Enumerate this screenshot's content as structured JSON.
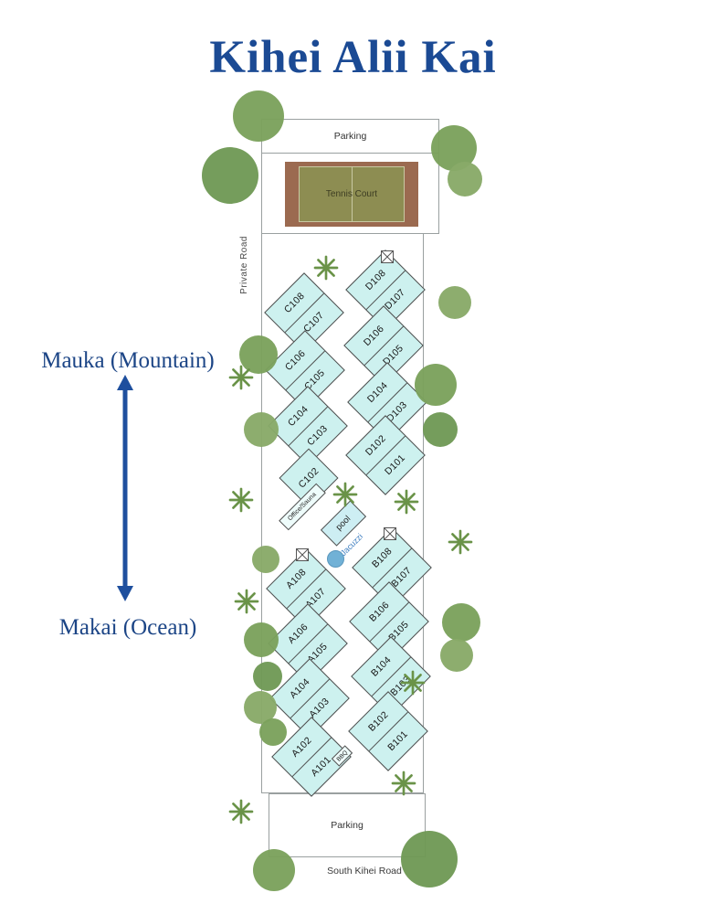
{
  "title": "Kihei Alii Kai",
  "directions": {
    "mauka_label": "Mauka (Mountain)",
    "makai_label": "Makai (Ocean)"
  },
  "roads": {
    "private_road": "Private Road",
    "south_kihei_road": "South Kihei Road"
  },
  "areas": {
    "parking_top": "Parking",
    "parking_bottom": "Parking",
    "tennis_court": "Tennis Court",
    "office_sauna": "Office/Sauna",
    "pool": "pool",
    "jacuzzi": "Jacuzzi",
    "bbq": "BBQ"
  },
  "buildings": [
    {
      "name": "C108-C107",
      "units": [
        "C108",
        "C107"
      ]
    },
    {
      "name": "C106-C105",
      "units": [
        "C106",
        "C105"
      ]
    },
    {
      "name": "C104-C103",
      "units": [
        "C104",
        "C103"
      ]
    },
    {
      "name": "C102",
      "units": [
        "C102"
      ]
    },
    {
      "name": "A108-A107",
      "units": [
        "A108",
        "A107"
      ]
    },
    {
      "name": "A106-A105",
      "units": [
        "A106",
        "A105"
      ]
    },
    {
      "name": "A104-A103",
      "units": [
        "A104",
        "A103"
      ]
    },
    {
      "name": "A102-A101",
      "units": [
        "A102",
        "A101"
      ]
    },
    {
      "name": "D108-D107",
      "units": [
        "D108",
        "D107"
      ]
    },
    {
      "name": "D106-D105",
      "units": [
        "D106",
        "D105"
      ]
    },
    {
      "name": "D104-D103",
      "units": [
        "D104",
        "D103"
      ]
    },
    {
      "name": "D102-D101",
      "units": [
        "D102",
        "D101"
      ]
    },
    {
      "name": "B108-B107",
      "units": [
        "B108",
        "B107"
      ]
    },
    {
      "name": "B106-B105",
      "units": [
        "B106",
        "B105"
      ]
    },
    {
      "name": "B104-B103",
      "units": [
        "B104",
        "B103"
      ]
    },
    {
      "name": "B102-B101",
      "units": [
        "B102",
        "B101"
      ]
    }
  ],
  "colors": {
    "title_blue": "#1b4a94",
    "arrow_blue": "#1e4f9e",
    "building_fill": "#cdf1ef",
    "tree_green": "#7ba15c",
    "tennis_clay": "#9b6a50",
    "tennis_court_green": "#8d8d52",
    "jacuzzi_blue": "#71b1d6"
  }
}
